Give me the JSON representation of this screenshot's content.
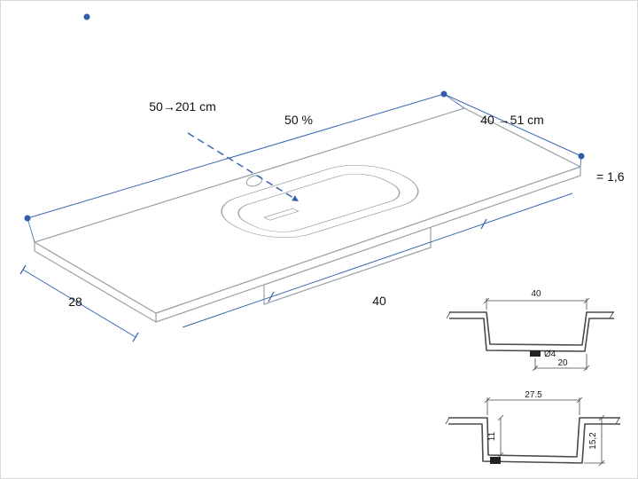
{
  "drawing": {
    "labels": {
      "length_range": "50→201 cm",
      "basin_position": "50 %",
      "depth_range": "40 →51 cm",
      "thickness": "= 1,6",
      "side_depth": "28",
      "basin_width": "40"
    }
  },
  "section_top": {
    "basin_width": "40",
    "drain_diameter": "Ø4",
    "drain_offset": "20"
  },
  "section_bottom": {
    "basin_width": "27.5",
    "basin_depth": "11",
    "total_height": "15,2"
  },
  "colors": {
    "dimension_blue": "#3a66b2",
    "outline_gray": "#9aa2a8",
    "section_dark": "#4a4a4a",
    "background": "#ffffff"
  }
}
